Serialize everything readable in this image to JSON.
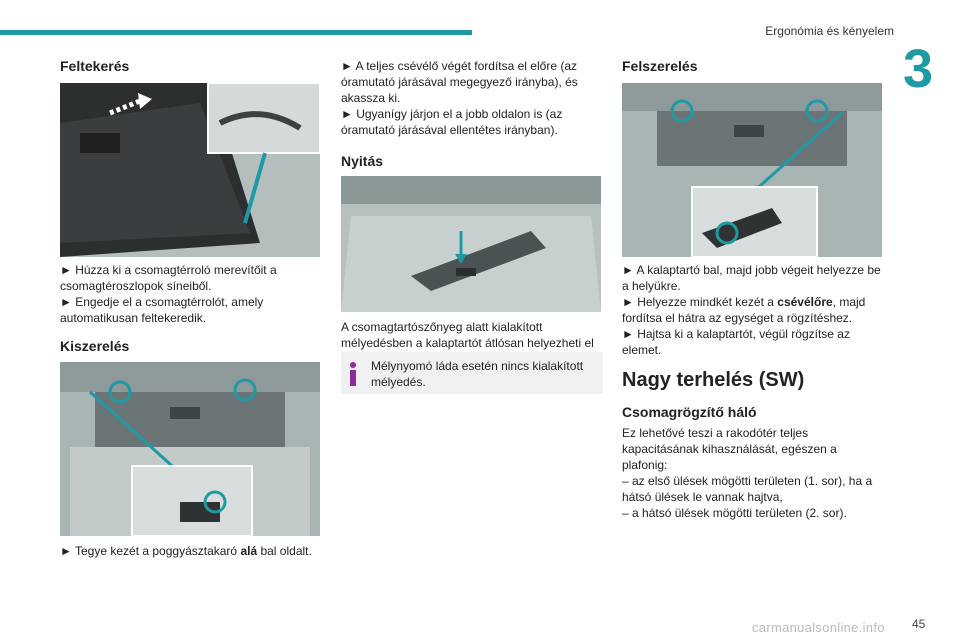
{
  "header": {
    "section_title": "Ergonómia és kényelem",
    "chapter_number": "3"
  },
  "col1": {
    "heading1": "Feltekerés",
    "text1_line1": "► Húzza ki a csomagtérroló merevítőit a csomagtéroszlopok síneiből.",
    "text1_line2": "► Engedje el a csomagtérrolót, amely automatikusan feltekeredik.",
    "heading2": "Kiszerelés",
    "text2_before": "► Tegye kezét a poggyásztakaró ",
    "text2_bold": "alá",
    "text2_after": " bal oldalt."
  },
  "col2": {
    "text1_line1": "► A teljes csévélő végét fordítsa el előre (az óramutató járásával megegyező irányba), és akassza ki.",
    "text1_line2": "► Ugyanígy járjon el a jobb oldalon is (az óramutató járásával ellentétes irányban).",
    "heading": "Nyitás",
    "text2": "A csomagtartószőnyeg alatt kialakított mélyedésben a kalaptartót átlósan helyezheti el",
    "info_text": "Mélynyomó láda esetén nincs kialakított mélyedés."
  },
  "col3": {
    "heading1": "Felszerelés",
    "text1_line1": "► A kalaptartó bal, majd jobb végeit helyezze be a helyükre.",
    "text1_line2_before": "► Helyezze mindkét kezét a ",
    "text1_line2_bold": "csévélőre",
    "text1_line2_after": ", majd fordítsa el hátra az egységet a rögzítéshez.",
    "text1_line3": "► Hajtsa ki a kalaptartót, végül rögzítse az elemet.",
    "heading2": "Nagy terhelés (SW)",
    "heading3": "Csomagrögzítő háló",
    "text2_intro": "Ez lehetővé teszi a rakodótér teljes kapacitásának kihasználását, egészen a plafonig:",
    "text2_item1": "– az első ülések mögötti területen (1. sor), ha a hátsó ülések le vannak hajtva,",
    "text2_item2": "– a hátsó ülések mögötti területen (2. sor)."
  },
  "footer": {
    "page_number": "45",
    "watermark": "carmanualsonline.info"
  },
  "colors": {
    "accent": "#1f9aa5",
    "illustration_bg": "#aebab9",
    "info_bg": "#eef0f1",
    "info_icon": "#8e2a9c"
  }
}
